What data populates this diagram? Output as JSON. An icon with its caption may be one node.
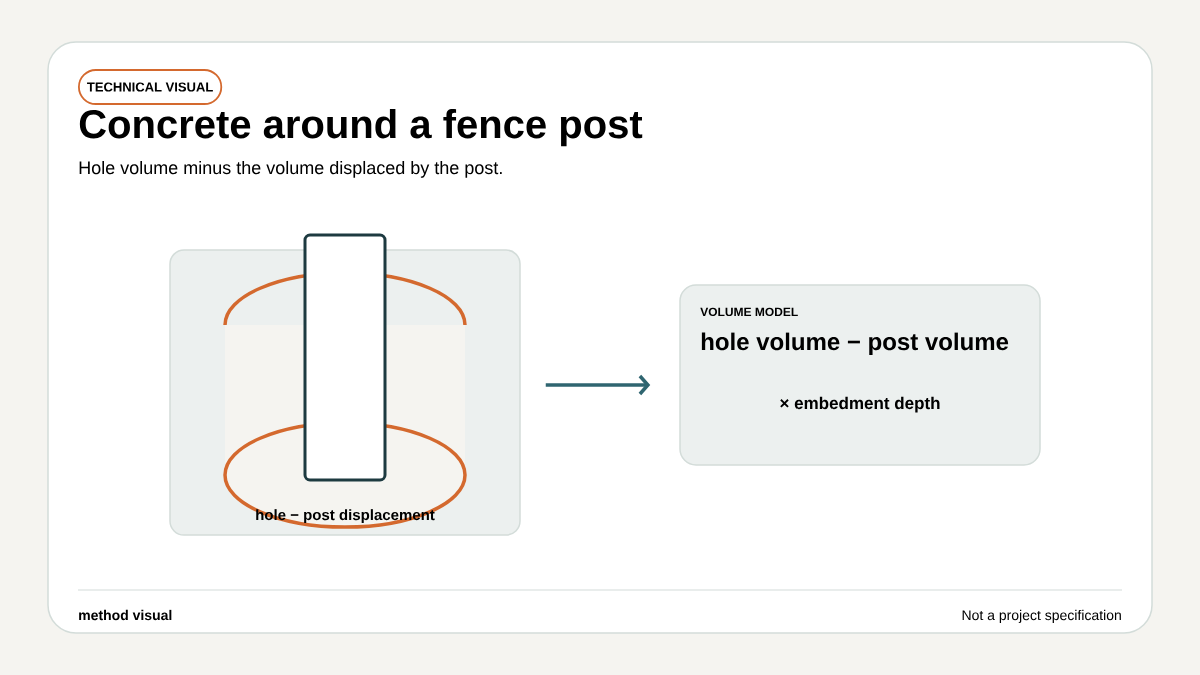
{
  "diagram": {
    "title": "Concrete around a fence post",
    "nodes": [
      {
        "text": [
          "TECHNICAL VISUAL"
        ]
      },
      {
        "text": [
          "hole − post displacement"
        ]
      },
      {
        "text": [
          "VOLUME MODEL",
          "hole volume − post volume",
          "× embedment depth"
        ]
      }
    ],
    "edges": [
      {
        "from": 1,
        "to": 2,
        "arrow": "to"
      }
    ],
    "labels": [
      "Hole volume minus the volume displaced by the post.",
      "method visual",
      "Not a project specification"
    ]
  }
}
